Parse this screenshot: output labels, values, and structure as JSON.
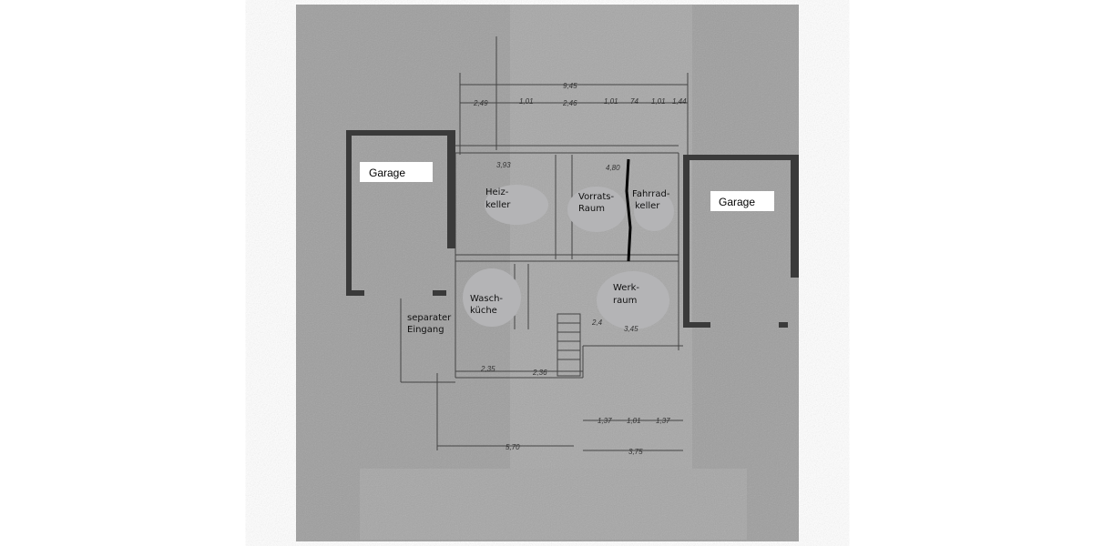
{
  "rooms": {
    "garage_left": "Garage",
    "garage_right": "Garage",
    "heizkeller": [
      "Heiz-",
      "keller"
    ],
    "vorratsraum": [
      "Vorrats-",
      "Raum"
    ],
    "fahrradkeller": [
      "Fahrrad-",
      "keller"
    ],
    "waschkueche": [
      "Wasch-",
      "küche"
    ],
    "werkraum": [
      "Werk-",
      "raum"
    ],
    "eingang": [
      "separater",
      "Eingang"
    ]
  },
  "dimensions": {
    "total_width": "9,45",
    "top_left": "2,49",
    "top_1": "1,01",
    "top_mid": "2,46",
    "top_2": "1,01",
    "top_3": "74",
    "top_4": "1,01",
    "top_5": "1,44",
    "heiz_width": "3,93",
    "vorrat_width": "4,80",
    "werk_width": "3,45",
    "wasch_width": "2,35",
    "stair_width": "2,36",
    "bottom_left": "5,70",
    "bottom_right": "3,75",
    "b1": "1,37",
    "b2": "1,01",
    "b3": "1,37",
    "small": "2,4"
  },
  "colors": {
    "paper": "#9d9d9d",
    "wall": "#3a3a3a",
    "room_blob": "#b4b4b6",
    "partition": "#000000"
  }
}
